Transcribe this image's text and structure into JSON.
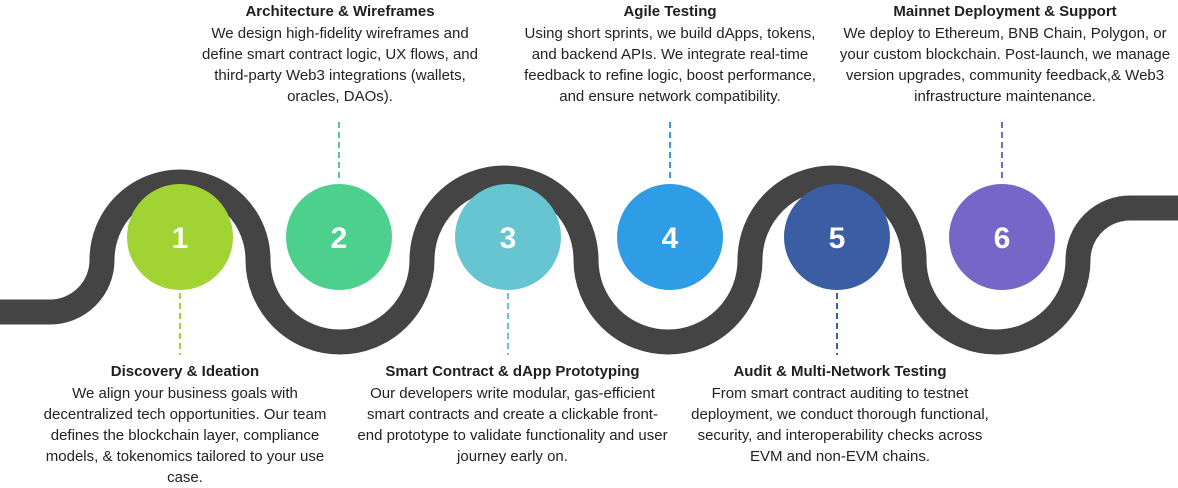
{
  "steps": [
    {
      "number": "1",
      "title": "Discovery & Ideation",
      "description": "We align your business goals with decentralized tech opportunities. Our team defines the blockchain layer, compliance models, & tokenomics tailored to your use case.",
      "color": "#a1d433"
    },
    {
      "number": "2",
      "title": "Architecture & Wireframes",
      "description": "We design high-fidelity wireframes and define smart contract logic, UX flows, and third-party Web3 integrations (wallets, oracles, DAOs).",
      "color": "#4dd08e"
    },
    {
      "number": "3",
      "title": "Smart Contract & dApp Prototyping",
      "description": "Our developers write modular, gas-efficient smart contracts and create a clickable front-end prototype to validate functionality and user journey early on.",
      "color": "#67c5d2"
    },
    {
      "number": "4",
      "title": "Agile Testing",
      "description": "Using short sprints, we build dApps, tokens, and backend APIs. We integrate real-time feedback to refine logic, boost performance, and ensure network compatibility.",
      "color": "#2f9de6"
    },
    {
      "number": "5",
      "title": "Audit & Multi-Network Testing",
      "description": "From smart contract auditing to testnet deployment, we conduct thorough functional, security, and interoperability checks across EVM and non-EVM chains.",
      "color": "#3a5da3"
    },
    {
      "number": "6",
      "title": "Mainnet Deployment & Support",
      "description": "We deploy to Ethereum, BNB Chain, Polygon, or your custom blockchain. Post-launch, we manage version upgrades, community feedback,& Web3 infrastructure maintenance.",
      "color": "#7566c7"
    }
  ],
  "track_color": "#444444"
}
